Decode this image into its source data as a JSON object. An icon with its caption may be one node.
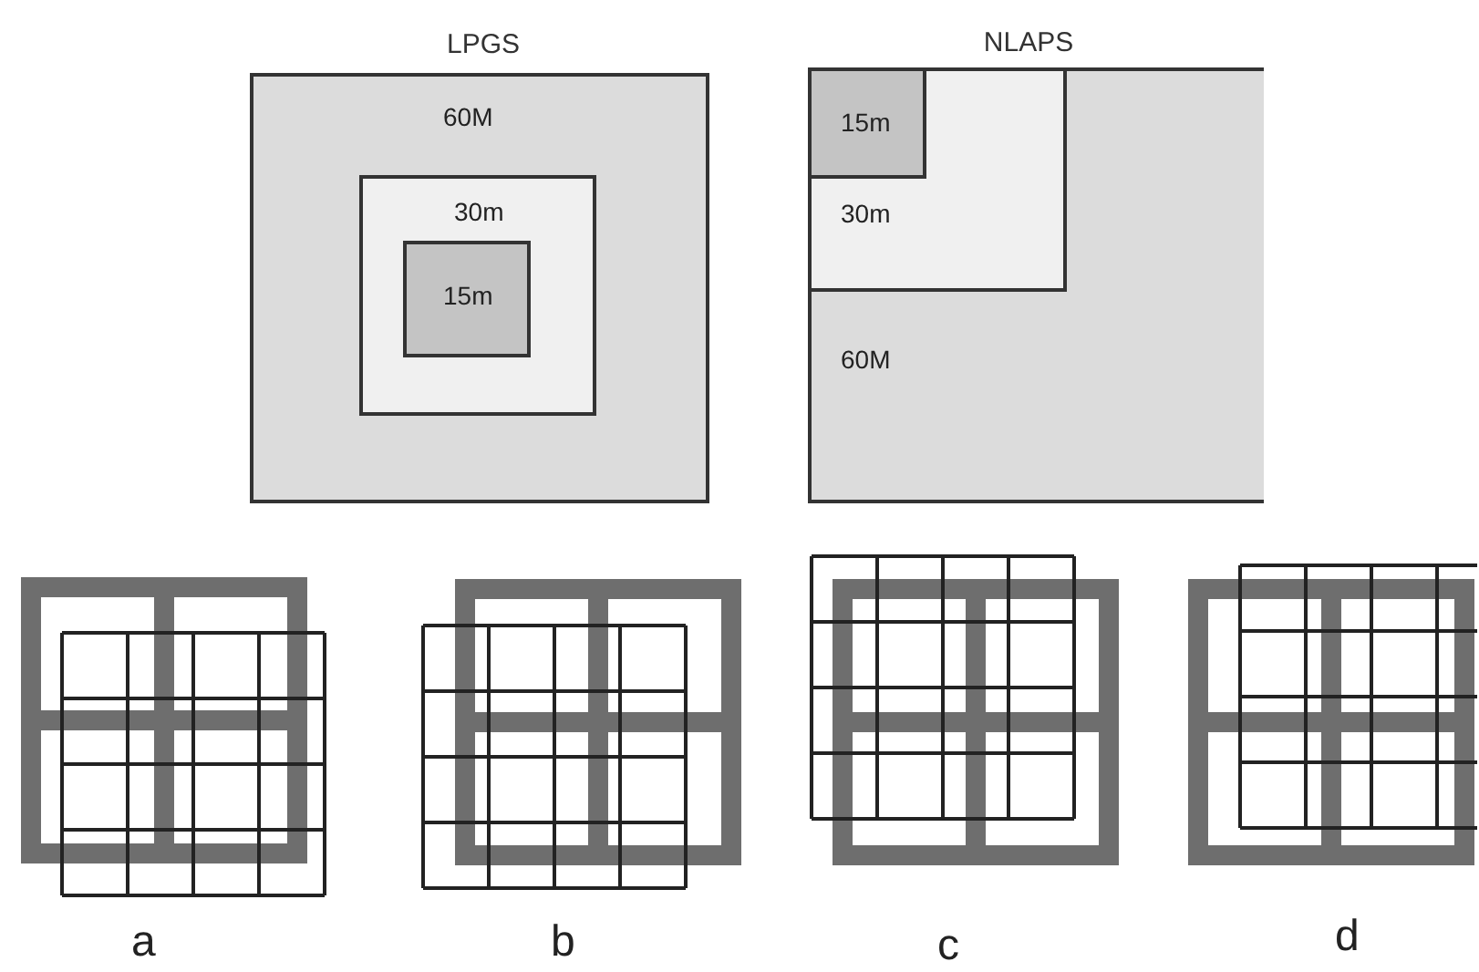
{
  "diagram": {
    "nodes": [
      {
        "text": [
          "LPGS",
          "60M"
        ]
      },
      {
        "text": [
          "30m"
        ],
        "in": 0
      },
      {
        "text": [
          "15m"
        ],
        "in": 1
      },
      {
        "text": [
          "NLAPS",
          "60M"
        ]
      },
      {
        "text": [
          "30m"
        ],
        "in": 3
      },
      {
        "text": [
          "15m"
        ],
        "in": 4
      }
    ],
    "edges": [],
    "labels": [
      "a",
      "b",
      "c",
      "d"
    ]
  }
}
